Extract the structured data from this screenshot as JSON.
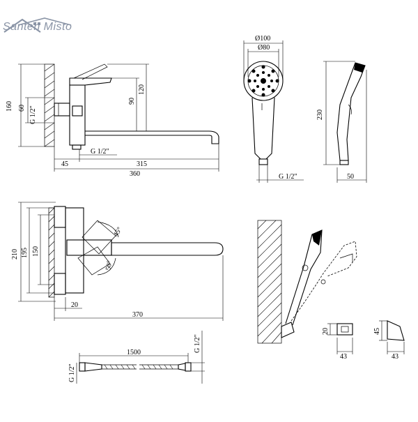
{
  "logo": {
    "text": "Santeh Misto",
    "color": "#8a94a6"
  },
  "dims": {
    "top_height_total": "160",
    "top_height_60": "60",
    "top_g_left": "G 1/2\"",
    "top_h90": "90",
    "top_h120": "120",
    "top_g_bottom": "G 1/2\"",
    "top_w45": "45",
    "top_w315": "315",
    "top_w360": "360",
    "head_d100": "Ø100",
    "head_d80": "Ø80",
    "head_g": "G 1/2\"",
    "handle_h230": "230",
    "handle_w50": "50",
    "front_h210": "210",
    "front_h195": "195",
    "front_h150": "150",
    "front_angle45": "45°",
    "front_angle50": "50°",
    "front_w20": "20",
    "front_w370": "370",
    "holder_h20": "20",
    "holder_w43a": "43",
    "holder_h45": "45",
    "holder_w43b": "43",
    "hose_len": "1500",
    "hose_g_left": "G 1/2\"",
    "hose_g_right": "G 1/2\""
  }
}
